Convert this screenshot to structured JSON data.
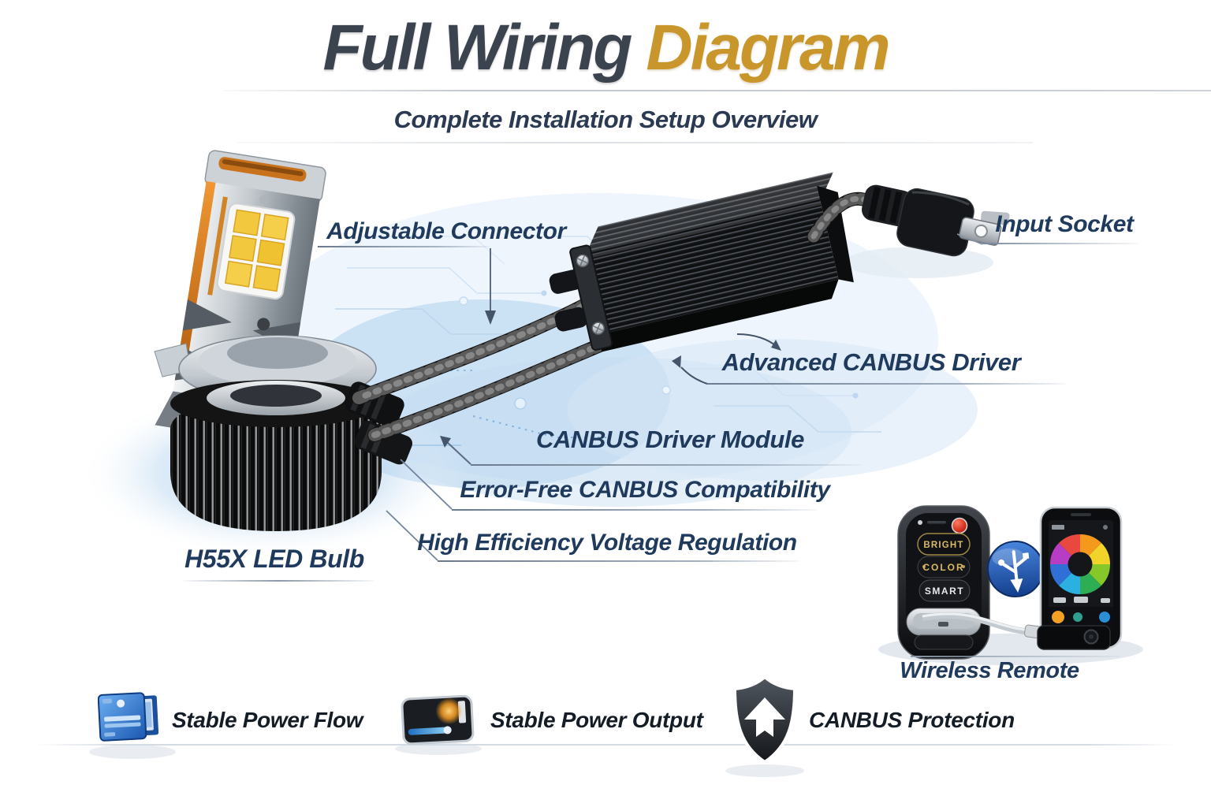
{
  "title": {
    "part1": "Full Wiring",
    "part2": "Diagram"
  },
  "subtitle": "Complete Installation Setup Overview",
  "callouts": {
    "adjustable_connector": "Adjustable Connector",
    "input_socket": "Input Socket",
    "advanced_canbus_driver": "Advanced CANBUS Driver",
    "canbus_driver_module": "CANBUS Driver Module",
    "error_free_canbus": "Error-Free CANBUS Compatibility",
    "high_efficiency": "High Efficiency Voltage Regulation",
    "led_bulb": "H55X LED Bulb",
    "wireless_remote": "Wireless Remote"
  },
  "remote": {
    "buttons": [
      "BRIGHT",
      "COLOR",
      "SMART"
    ]
  },
  "features": [
    {
      "icon": "power-module-icon",
      "label": "Stable Power Flow"
    },
    {
      "icon": "power-output-icon",
      "label": "Stable Power Output"
    },
    {
      "icon": "shield-icon",
      "label": "CANBUS Protection"
    }
  ],
  "colors": {
    "title_primary": "#3b434f",
    "title_accent": "#c8962b",
    "callout_text": "#1f3a5c",
    "feature_text": "#141c26",
    "usb_badge_blue": "#2a63c0",
    "background": "#ffffff"
  }
}
